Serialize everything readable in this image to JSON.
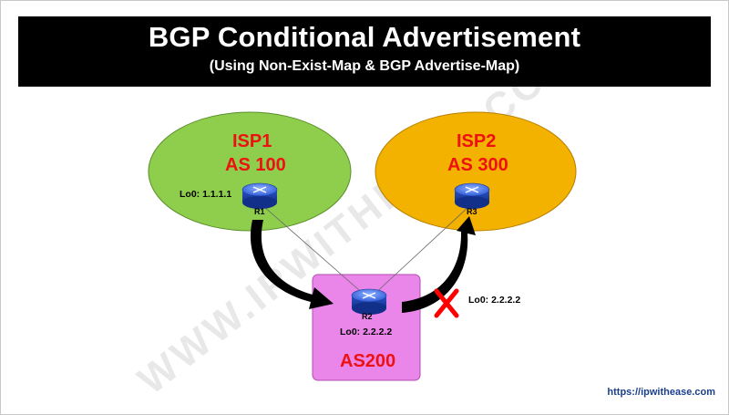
{
  "header": {
    "title": "BGP Conditional Advertisement",
    "subtitle": "(Using Non-Exist-Map & BGP Advertise-Map)"
  },
  "watermark": "WWW.IPWITHEASE.COM",
  "isp1": {
    "name": "ISP1",
    "as": "AS 100",
    "loopback": "Lo0: 1.1.1.1",
    "router": "R1",
    "color": "#8fce4c"
  },
  "isp2": {
    "name": "ISP2",
    "as": "AS 300",
    "router": "R3",
    "color": "#f3b100"
  },
  "center": {
    "as": "AS200",
    "router": "R2",
    "loopback": "Lo0: 2.2.2.2",
    "color": "#ea86ea"
  },
  "blocked_label": "Lo0: 2.2.2.2",
  "footer": {
    "url": "https://ipwithease.com"
  },
  "colors": {
    "banner": "#000000",
    "label_red": "#ee1111",
    "router": "#2f5bd8",
    "block_x": "#ff0000"
  }
}
